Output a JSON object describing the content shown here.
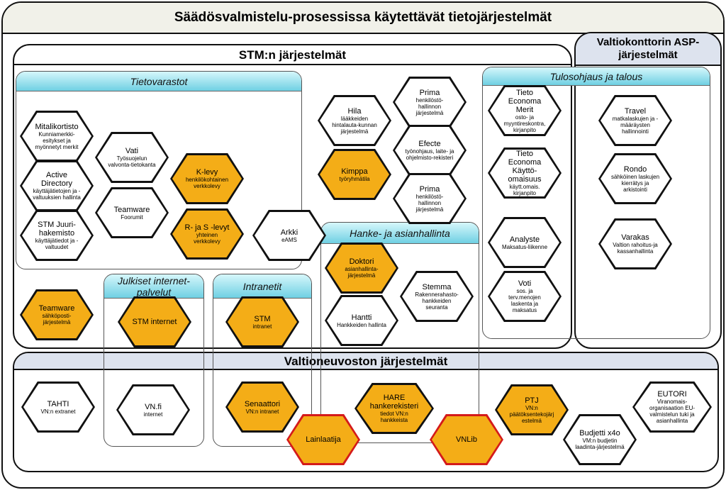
{
  "title": "Säädösvalmistelu-prosessissa käytettävät tietojärjestelmät",
  "stm_title": "STM:n järjestelmät",
  "asp_title": "Valtiokonttorin ASP-järjestelmät",
  "vn_title": "Valtioneuvoston järjestelmät",
  "groups": {
    "tietovarastot": "Tietovarastot",
    "tulosohjaus": "Tulosohjaus ja talous",
    "hanke": "Hanke- ja asianhallinta",
    "julkiset": "Julkiset internet-palvelut",
    "intranetit": "Intranetit"
  },
  "nodes": {
    "mitali": {
      "t": "Mitalikortisto",
      "s": "Kunniamerkki-esitykset ja myönnetyt merkit"
    },
    "ad": {
      "t": "Active Directory",
      "s": "käyttäjätietojen ja -valtuuksien hallinta"
    },
    "juuri": {
      "t": "STM Juuri-hakemisto",
      "s": "käyttäjätiedot ja -valtuudet"
    },
    "vati": {
      "t": "Vati",
      "s": "Työsuojelun valvonta-tietokanta"
    },
    "teamware_foorumi": {
      "t": "Teamware",
      "s": "Foorumit"
    },
    "klevy": {
      "t": "K-levy",
      "s": "henkilökohtainen verkkolevy"
    },
    "rslevy": {
      "t": "R- ja S -levyt",
      "s": "yhteinen verkkolevy"
    },
    "hila": {
      "t": "Hila",
      "s": "lääkkeiden hintalauta-kunnan järjestelmä"
    },
    "prima1": {
      "t": "Prima",
      "s": "henkilöstö-hallinnon järjestelmä"
    },
    "efecte": {
      "t": "Efecte",
      "s": "työnohjaus, laite- ja ohjelmisto-rekisteri"
    },
    "kimppa": {
      "t": "Kimppa",
      "s": "työryhmätila"
    },
    "prima2": {
      "t": "Prima",
      "s": "henkilöstö-hallinnon järjestelmä"
    },
    "arkki": {
      "t": "Arkki",
      "s": "eAMS"
    },
    "merit": {
      "t": "Tieto Economa Merit",
      "s": "osto- ja myyntireskontra, kirjanpito"
    },
    "kaytto": {
      "t": "Tieto Economa Käyttö-omaisuus",
      "s": "käytt.omais. kirjanpito"
    },
    "analyste": {
      "t": "Analyste",
      "s": "Maksatus-liikenne"
    },
    "voti": {
      "t": "Voti",
      "s": "sos. ja terv.menojen laskenta ja maksatus"
    },
    "travel": {
      "t": "Travel",
      "s": "matkalaskujen ja -määräysten hallinnointi"
    },
    "rondo": {
      "t": "Rondo",
      "s": "sähköinen laskujen kierrätys ja arkistointi"
    },
    "varakas": {
      "t": "Varakas",
      "s": "Valtion rahoitus-ja kassanhallinta"
    },
    "teamware_posti": {
      "t": "Teamware",
      "s": "sähköposti-järjestelmä"
    },
    "stm_internet": {
      "t": "STM internet",
      "s": ""
    },
    "stm_intranet": {
      "t": "STM",
      "s": "intranet"
    },
    "doktori": {
      "t": "Doktori",
      "s": "asianhallinta-järjestelmä"
    },
    "stemma": {
      "t": "Stemma",
      "s": "Rakennerahasto-hankkeiden seuranta"
    },
    "hantti": {
      "t": "Hantti",
      "s": "Hankkeiden hallinta"
    },
    "tahti": {
      "t": "TAHTI",
      "s": "VN:n extranet"
    },
    "vnfi": {
      "t": "VN.fi",
      "s": "internet"
    },
    "senaattori": {
      "t": "Senaattori",
      "s": "VN:n intranet"
    },
    "lainlaatija": {
      "t": "Lainlaatija",
      "s": ""
    },
    "hare": {
      "t": "HARE hankerekisteri",
      "s": "tiedot VN:n hankkeista"
    },
    "vnlib": {
      "t": "VNLib",
      "s": ""
    },
    "ptj": {
      "t": "PTJ",
      "s": "VN:n päätöksentekojärj estelmä"
    },
    "budjetti": {
      "t": "Budjetti x4o",
      "s": "VM:n budjetin laadinta-järjestelmä"
    },
    "eutori": {
      "t": "EUTORI",
      "s": "Viranomais-organisaation EU-valmistelun tuki ja asianhallinta"
    }
  },
  "colors": {
    "orange": "#f4ad17",
    "cyan": "#6fd0e3",
    "red_outline": "#d41a1a",
    "header_blue": "#dde3ee"
  }
}
